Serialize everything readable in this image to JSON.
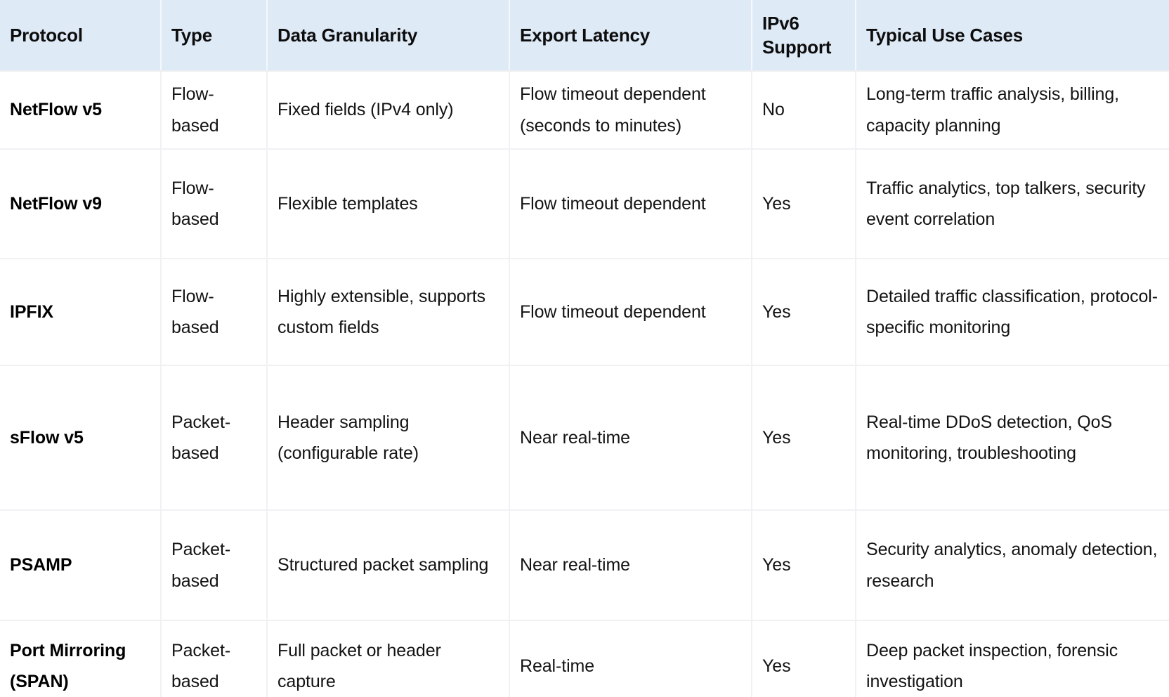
{
  "table": {
    "columns": [
      {
        "key": "protocol",
        "label": "Protocol"
      },
      {
        "key": "type",
        "label": "Type"
      },
      {
        "key": "granularity",
        "label": "Data Granularity"
      },
      {
        "key": "latency",
        "label": "Export Latency"
      },
      {
        "key": "ipv6",
        "label": "IPv6 Support"
      },
      {
        "key": "use_cases",
        "label": "Typical Use Cases"
      }
    ],
    "header_background": "#dfeaf7",
    "border_color": "#f0f1f3",
    "rows": [
      {
        "protocol": "NetFlow v5",
        "type": "Flow-based",
        "granularity": "Fixed fields (IPv4 only)",
        "latency": "Flow timeout dependent (seconds to minutes)",
        "ipv6": "No",
        "use_cases": "Long-term traffic analysis, billing, capacity planning"
      },
      {
        "protocol": "NetFlow v9",
        "type": "Flow-based",
        "granularity": "Flexible templates",
        "latency": "Flow timeout dependent",
        "ipv6": "Yes",
        "use_cases": "Traffic analytics, top talkers, security event correlation"
      },
      {
        "protocol": "IPFIX",
        "type": "Flow-based",
        "granularity": "Highly extensible, supports custom fields",
        "latency": "Flow timeout dependent",
        "ipv6": "Yes",
        "use_cases": "Detailed traffic classification, protocol-specific monitoring"
      },
      {
        "protocol": "sFlow v5",
        "type": "Packet-based",
        "granularity": "Header sampling (configurable rate)",
        "latency": "Near real-time",
        "ipv6": "Yes",
        "use_cases": "Real-time DDoS detection, QoS monitoring, troubleshooting"
      },
      {
        "protocol": "PSAMP",
        "type": "Packet-based",
        "granularity": "Structured packet sampling",
        "latency": "Near real-time",
        "ipv6": "Yes",
        "use_cases": "Security analytics, anomaly detection, research"
      },
      {
        "protocol": "Port Mirroring (SPAN)",
        "type": "Packet-based",
        "granularity": "Full packet or header capture",
        "latency": "Real-time",
        "ipv6": "Yes",
        "use_cases": "Deep packet inspection, forensic investigation"
      }
    ]
  }
}
